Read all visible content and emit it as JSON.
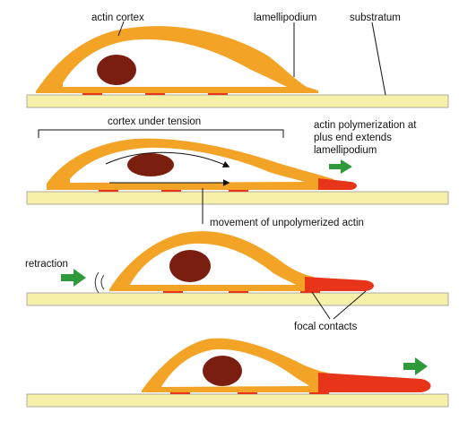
{
  "colors": {
    "background": "#ffffff",
    "substratum": "#f6f0a8",
    "cortex": "#f3a427",
    "cytoplasm": "#ffffff",
    "nucleus": "#7a1f10",
    "lamellipodium_extension": "#e8351a",
    "focal_contact": "#e8351a",
    "arrow": "#2e9a3c",
    "line": "#111111"
  },
  "labels": {
    "actin_cortex": "actin cortex",
    "lamellipodium": "lamellipodium",
    "substratum": "substratum",
    "cortex_under_tension": "cortex under tension",
    "actin_polymerization_line1": "actin polymerization at",
    "actin_polymerization_line2": "plus end extends",
    "actin_polymerization_line3": "lamellipodium",
    "movement_unpolymerized": "movement of unpolymerized actin",
    "retraction": "retraction",
    "focal_contacts": "focal contacts"
  },
  "icons": {
    "push_arrow": "green-right-arrow",
    "motion_lines": "retraction-motion-lines"
  }
}
